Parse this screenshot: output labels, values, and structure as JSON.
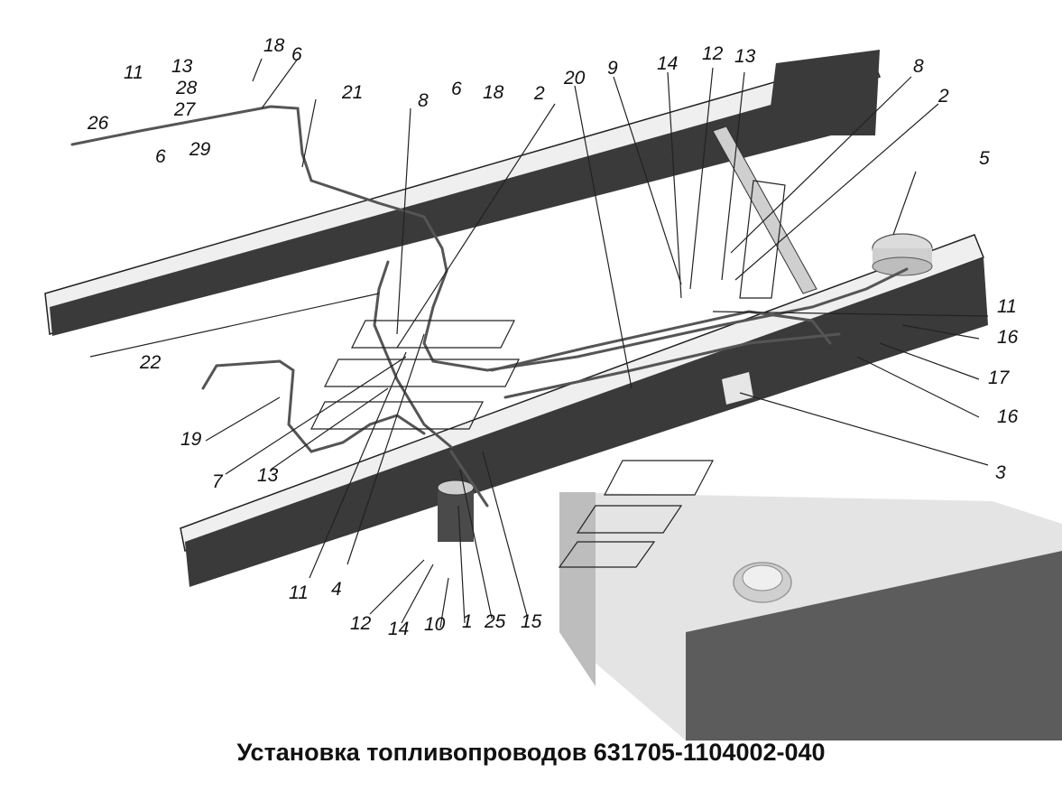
{
  "caption": "Установка топливопроводов 631705-1104002-040",
  "callouts": [
    "1",
    "2",
    "2",
    "3",
    "4",
    "5",
    "6",
    "6",
    "6",
    "7",
    "8",
    "8",
    "9",
    "10",
    "11",
    "11",
    "11",
    "12",
    "12",
    "13",
    "13",
    "13",
    "14",
    "14",
    "15",
    "16",
    "16",
    "17",
    "18",
    "18",
    "19",
    "20",
    "21",
    "22",
    "25",
    "26",
    "27",
    "28",
    "29"
  ],
  "colors": {
    "frame_dark": "#3a3a3a",
    "frame_light": "#ebebeb",
    "tank": "#d6d6d6",
    "line": "#222222",
    "background": "#ffffff"
  }
}
